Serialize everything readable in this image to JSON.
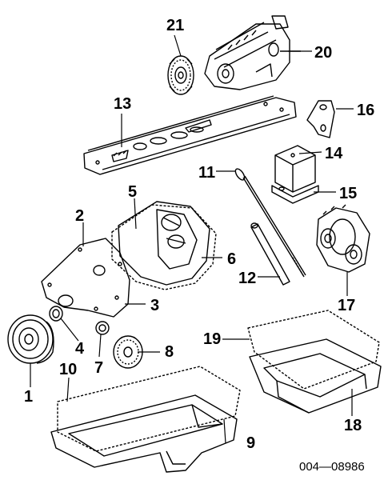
{
  "diagram": {
    "labels": {
      "p1": "1",
      "p2": "2",
      "p3": "3",
      "p4": "4",
      "p5": "5",
      "p6": "6",
      "p7": "7",
      "p8": "8",
      "p9": "9",
      "p10": "10",
      "p11": "11",
      "p12": "12",
      "p13": "13",
      "p14": "14",
      "p15": "15",
      "p16": "16",
      "p17": "17",
      "p18": "18",
      "p19": "19",
      "p20": "20",
      "p21": "21"
    },
    "figure_code": "004—08986"
  }
}
